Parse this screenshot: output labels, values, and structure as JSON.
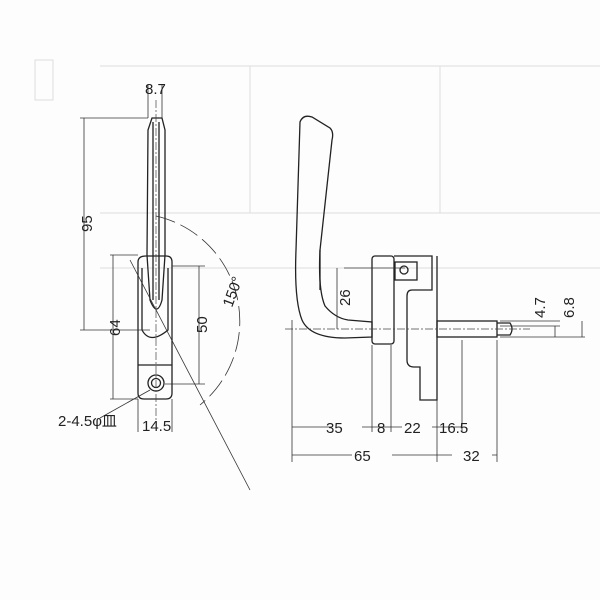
{
  "title": "Window handle dimensional drawing",
  "front_view": {
    "width_top": "8.7",
    "height_total": "95",
    "base_height": "64",
    "hole_pitch": "50",
    "base_width": "14.5",
    "hole_note": "2-4.5φ皿",
    "rotation": "150°"
  },
  "side_view": {
    "offset": "26",
    "d1": "35",
    "d2": "8",
    "d3": "22",
    "d4": "16.5",
    "total_left": "65",
    "total_right": "32",
    "shaft_small": "4.7",
    "shaft_large": "6.8"
  }
}
